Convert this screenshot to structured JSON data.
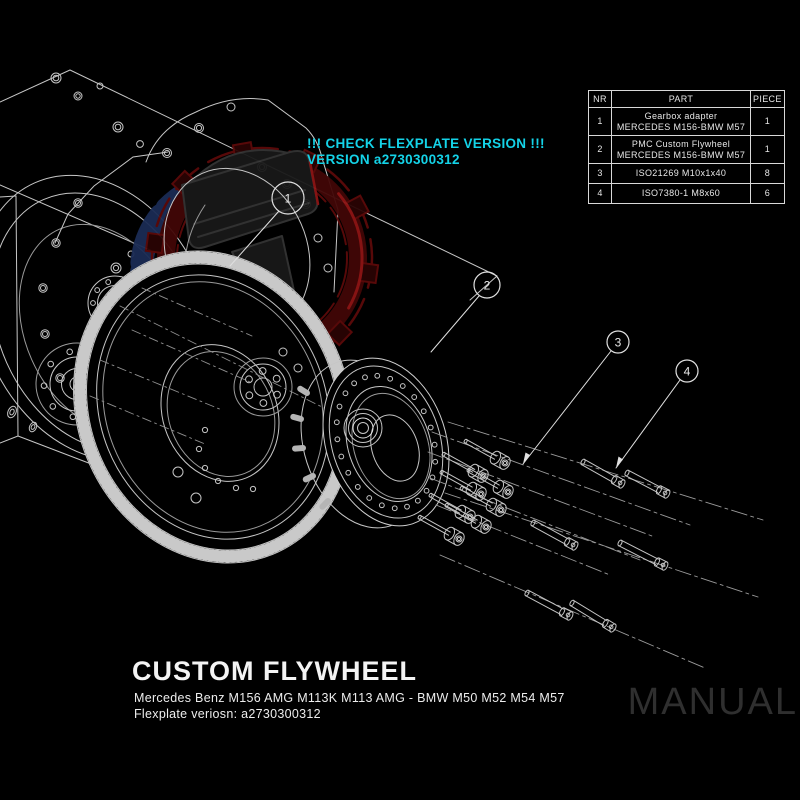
{
  "warning": {
    "line1": "!!! CHECK FLEXPLATE VERSION !!!",
    "line2": "VERSION a2730300312",
    "color": "#14d3e8"
  },
  "parts_table": {
    "headers": {
      "nr": "NR",
      "part": "PART",
      "piece": "PIECE"
    },
    "rows": [
      {
        "nr": "1",
        "part_line1": "Gearbox adapter",
        "part_line2": "MERCEDES M156-BMW M57",
        "piece": "1"
      },
      {
        "nr": "2",
        "part_line1": "PMC Custom Flywheel",
        "part_line2": "MERCEDES M156-BMW M57",
        "piece": "1"
      },
      {
        "nr": "3",
        "part_line1": "ISO21269 M10x1x40",
        "part_line2": "",
        "piece": "8"
      },
      {
        "nr": "4",
        "part_line1": "ISO7380-1 M8x60",
        "part_line2": "",
        "piece": "6"
      }
    ]
  },
  "callouts": {
    "c1": "1",
    "c2": "2",
    "c3": "3",
    "c4": "4"
  },
  "footer": {
    "title": "CUSTOM FLYWHEEL",
    "subtitle": "Mercedes Benz M156 AMG M113K M113 AMG - BMW M50 M52 M54 M57",
    "flexplate": "Flexplate veriosn: a2730300312",
    "watermark": "MANUAL"
  },
  "logo_colors": {
    "red_band": "#420707",
    "red_edge": "#5c0a0a",
    "red_bright": "#8e1515",
    "blue": "#1b2c55"
  }
}
